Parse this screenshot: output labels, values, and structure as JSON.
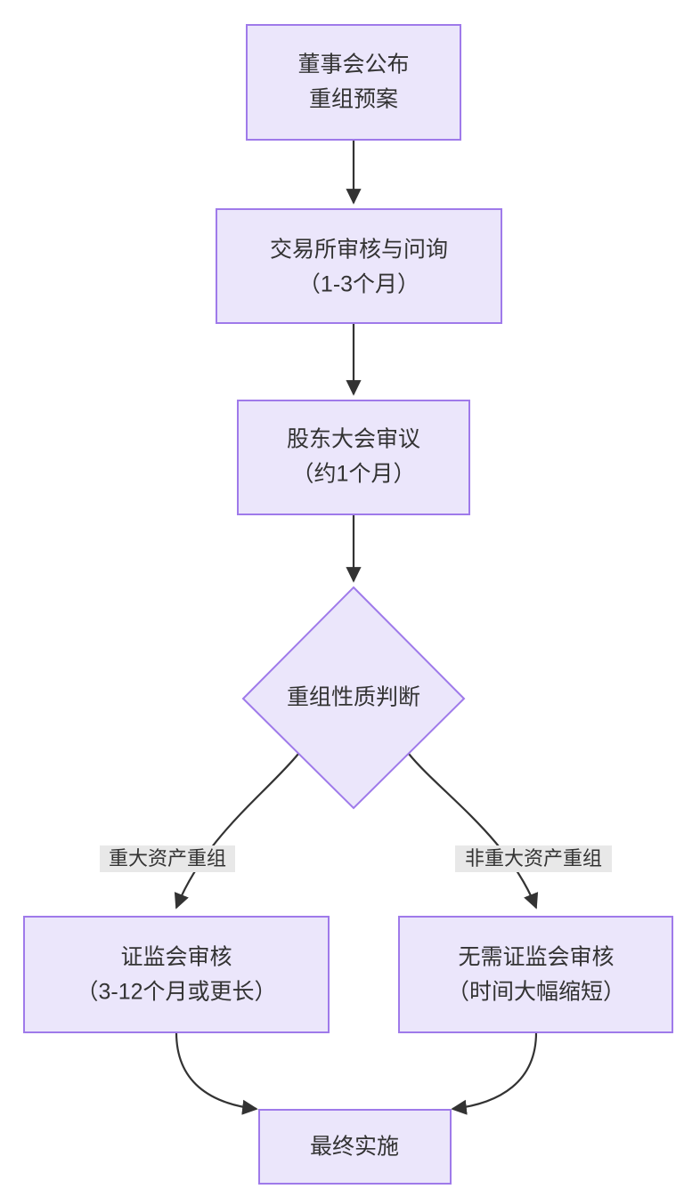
{
  "diagram": {
    "type": "flowchart",
    "direction": "top-to-bottom",
    "background_color": "#ffffff",
    "node_fill_color": "#ebe6fb",
    "node_border_color": "#9f7aea",
    "edge_color": "#333333",
    "edge_label_background_color": "#e8e8e8",
    "text_color": "#333333",
    "nodes": [
      {
        "id": "board-announce",
        "shape": "rectangle",
        "line1": "董事会公布",
        "line2": "重组预案"
      },
      {
        "id": "exchange-review",
        "shape": "rectangle",
        "line1": "交易所审核与问询",
        "line2": "（1-3个月）"
      },
      {
        "id": "shareholder-meeting",
        "shape": "rectangle",
        "line1": "股东大会审议",
        "line2": "（约1个月）"
      },
      {
        "id": "nature-decision",
        "shape": "diamond",
        "line1": "重组性质判断",
        "line2": ""
      },
      {
        "id": "csrc-review",
        "shape": "rectangle",
        "line1": "证监会审核",
        "line2": "（3-12个月或更长）"
      },
      {
        "id": "no-csrc-review",
        "shape": "rectangle",
        "line1": "无需证监会审核",
        "line2": "（时间大幅缩短）"
      },
      {
        "id": "final-implementation",
        "shape": "rectangle",
        "line1": "最终实施",
        "line2": ""
      }
    ],
    "edges": [
      {
        "id": "e1",
        "from": "board-announce",
        "to": "exchange-review",
        "label": ""
      },
      {
        "id": "e2",
        "from": "exchange-review",
        "to": "shareholder-meeting",
        "label": ""
      },
      {
        "id": "e3",
        "from": "shareholder-meeting",
        "to": "nature-decision",
        "label": ""
      },
      {
        "id": "e4",
        "from": "nature-decision",
        "to": "csrc-review",
        "label": "重大资产重组"
      },
      {
        "id": "e5",
        "from": "nature-decision",
        "to": "no-csrc-review",
        "label": "非重大资产重组"
      },
      {
        "id": "e6",
        "from": "csrc-review",
        "to": "final-implementation",
        "label": ""
      },
      {
        "id": "e7",
        "from": "no-csrc-review",
        "to": "final-implementation",
        "label": ""
      }
    ]
  }
}
